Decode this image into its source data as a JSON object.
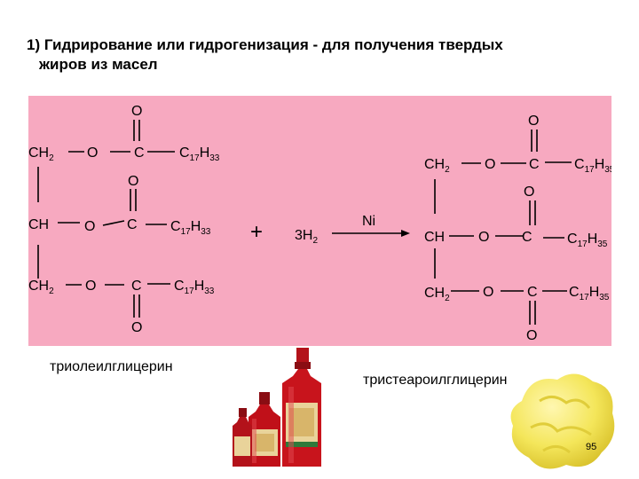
{
  "slide": {
    "title_line1": "1) Гидрирование или гидрогенизация - для получения твердых",
    "title_line2": "жиров из масел",
    "page_number": "95"
  },
  "reaction": {
    "reagent": "3H",
    "reagent_sub": "2",
    "plus": "+",
    "catalyst": "Ni",
    "atoms": {
      "C": "C",
      "O": "O",
      "CH2": "CH",
      "CH": "CH",
      "H": "H",
      "sub2": "2"
    },
    "reactant_chain": {
      "c": "17",
      "h": "33"
    },
    "product_chain": {
      "c": "17",
      "h": "35"
    }
  },
  "captions": {
    "reactant": "триолеилглицерин",
    "product": "тристеароилглицерин"
  },
  "images": {
    "bottles": "oil-bottles-illustration",
    "fat": "solid-fat-illustration"
  },
  "colors": {
    "reaction_background": "#f7a9c0",
    "bottle_red": "#c8141c",
    "fat_yellow": "#f4e65a"
  }
}
